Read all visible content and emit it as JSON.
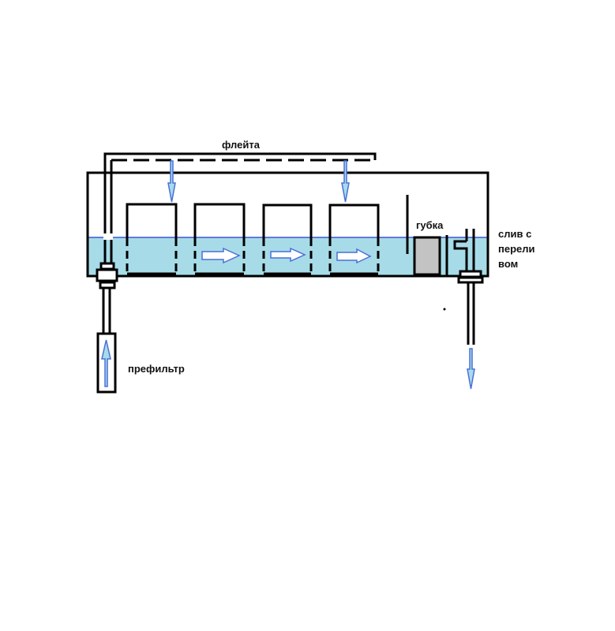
{
  "labels": {
    "flute": "флейта",
    "sponge": "губка",
    "overflow_line1": "слив с",
    "overflow_line2": "перели",
    "overflow_line3": "вом",
    "prefilter": "префильтр"
  },
  "colors": {
    "water": "#a7dbe8",
    "water_line": "#3b55d6",
    "arrow": "#4a6fd8",
    "sponge": "#c3c3c3",
    "outline": "#000000"
  }
}
